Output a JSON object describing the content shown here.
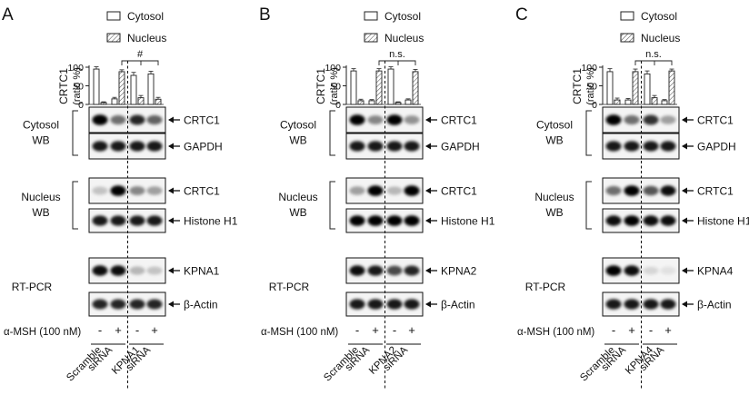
{
  "figure": {
    "panels": [
      {
        "letter": "A",
        "bar_ylabel_line1": "CRTC1",
        "bar_ylabel_line2": "(ratio %)",
        "legend": [
          "Cytosol",
          "Nucleus"
        ],
        "significance": "#",
        "blots": [
          {
            "compartment_label": "Cytosol",
            "compartment_method": "WB",
            "rows": [
              "CRTC1",
              "GAPDH"
            ]
          },
          {
            "compartment_label": "Nucleus",
            "compartment_method": "WB",
            "rows": [
              "CRTC1",
              "Histone H1"
            ]
          },
          {
            "compartment_label": "RT-PCR",
            "compartment_method": "",
            "rows": [
              "KPNA1",
              "β-Actin"
            ]
          }
        ],
        "treatment_label": "α-MSH (100 nM)",
        "treatment_marks": [
          "-",
          "+",
          "-",
          "+"
        ],
        "group_labels": [
          {
            "line1": "Scramble",
            "line2": "siRNA"
          },
          {
            "line1": "KPNA1",
            "line2": "siRNA"
          }
        ]
      },
      {
        "letter": "B",
        "bar_ylabel_line1": "CRTC1",
        "bar_ylabel_line2": "(ratio %)",
        "legend": [
          "Cytosol",
          "Nucleus"
        ],
        "significance": "n.s.",
        "blots": [
          {
            "compartment_label": "Cytosol",
            "compartment_method": "WB",
            "rows": [
              "CRTC1",
              "GAPDH"
            ]
          },
          {
            "compartment_label": "Nucleus",
            "compartment_method": "WB",
            "rows": [
              "CRTC1",
              "Histone H1"
            ]
          },
          {
            "compartment_label": "RT-PCR",
            "compartment_method": "",
            "rows": [
              "KPNA2",
              "β-Actin"
            ]
          }
        ],
        "treatment_label": "α-MSH (100 nM)",
        "treatment_marks": [
          "-",
          "+",
          "-",
          "+"
        ],
        "group_labels": [
          {
            "line1": "Scramble",
            "line2": "siRNA"
          },
          {
            "line1": "KPNA2",
            "line2": "siRNA"
          }
        ]
      },
      {
        "letter": "C",
        "bar_ylabel_line1": "CRTC1",
        "bar_ylabel_line2": "(ratio %)",
        "legend": [
          "Cytosol",
          "Nucleus"
        ],
        "significance": "n.s.",
        "blots": [
          {
            "compartment_label": "Cytosol",
            "compartment_method": "WB",
            "rows": [
              "CRTC1",
              "GAPDH"
            ]
          },
          {
            "compartment_label": "Nucleus",
            "compartment_method": "WB",
            "rows": [
              "CRTC1",
              "Histone H1"
            ]
          },
          {
            "compartment_label": "RT-PCR",
            "compartment_method": "",
            "rows": [
              "KPNA4",
              "β-Actin"
            ]
          }
        ],
        "treatment_label": "α-MSH (100 nM)",
        "treatment_marks": [
          "-",
          "+",
          "-",
          "+"
        ],
        "group_labels": [
          {
            "line1": "Scramble",
            "line2": "siRNA"
          },
          {
            "line1": "KPNA4",
            "line2": "siRNA"
          }
        ]
      }
    ]
  },
  "chart_data": [
    {
      "type": "bar",
      "categories": [
        "Scramble siRNA -",
        "Scramble siRNA +",
        "KPNA1 siRNA -",
        "KPNA1 siRNA +"
      ],
      "series": [
        {
          "name": "Cytosol",
          "values": [
            95,
            15,
            78,
            82
          ]
        },
        {
          "name": "Nucleus",
          "values": [
            5,
            88,
            18,
            14
          ]
        }
      ],
      "errors": [
        [
          6,
          4,
          8,
          7
        ],
        [
          2,
          5,
          6,
          5
        ]
      ],
      "yticks": [
        0,
        50,
        100
      ],
      "ylim": [
        0,
        100
      ],
      "ylabel": "CRTC1 (ratio %)"
    },
    {
      "type": "bar",
      "categories": [
        "Scramble siRNA -",
        "Scramble siRNA +",
        "KPNA2 siRNA -",
        "KPNA2 siRNA +"
      ],
      "series": [
        {
          "name": "Cytosol",
          "values": [
            90,
            10,
            95,
            12
          ]
        },
        {
          "name": "Nucleus",
          "values": [
            10,
            90,
            5,
            88
          ]
        }
      ],
      "errors": [
        [
          6,
          3,
          6,
          3
        ],
        [
          4,
          6,
          2,
          6
        ]
      ],
      "yticks": [
        0,
        50,
        100
      ],
      "ylim": [
        0,
        100
      ],
      "ylabel": "CRTC1 (ratio %)"
    },
    {
      "type": "bar",
      "categories": [
        "Scramble siRNA -",
        "Scramble siRNA +",
        "KPNA4 siRNA -",
        "KPNA4 siRNA +"
      ],
      "series": [
        {
          "name": "Cytosol",
          "values": [
            88,
            12,
            82,
            10
          ]
        },
        {
          "name": "Nucleus",
          "values": [
            12,
            88,
            18,
            90
          ]
        }
      ],
      "errors": [
        [
          8,
          4,
          8,
          3
        ],
        [
          5,
          7,
          6,
          5
        ]
      ],
      "yticks": [
        0,
        50,
        100
      ],
      "ylim": [
        0,
        100
      ],
      "ylabel": "CRTC1 (ratio %)"
    }
  ]
}
